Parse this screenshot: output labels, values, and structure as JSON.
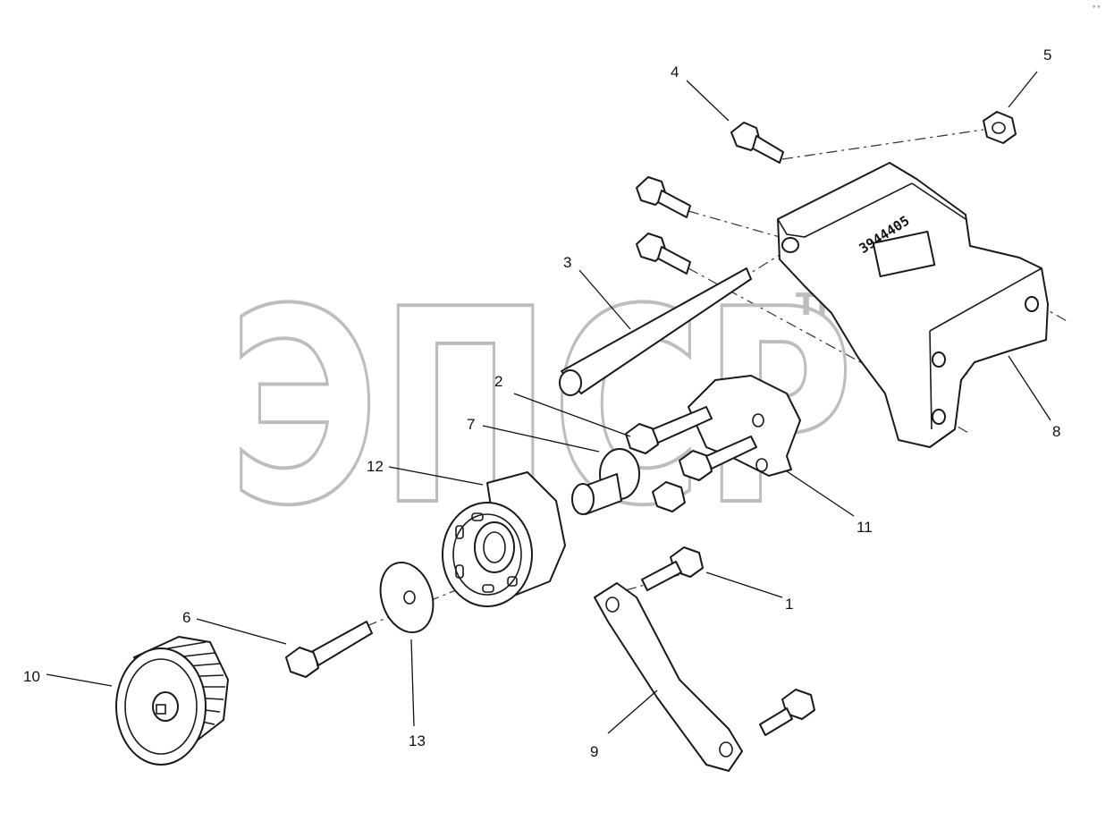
{
  "callouts": [
    "1",
    "2",
    "3",
    "4",
    "5",
    "6",
    "7",
    "8",
    "9",
    "10",
    "11",
    "12",
    "13"
  ],
  "watermark": {
    "text": "ЭПСР",
    "trademark": "TM"
  },
  "bracket_part_number": "3944405",
  "corner_mark": "° °"
}
